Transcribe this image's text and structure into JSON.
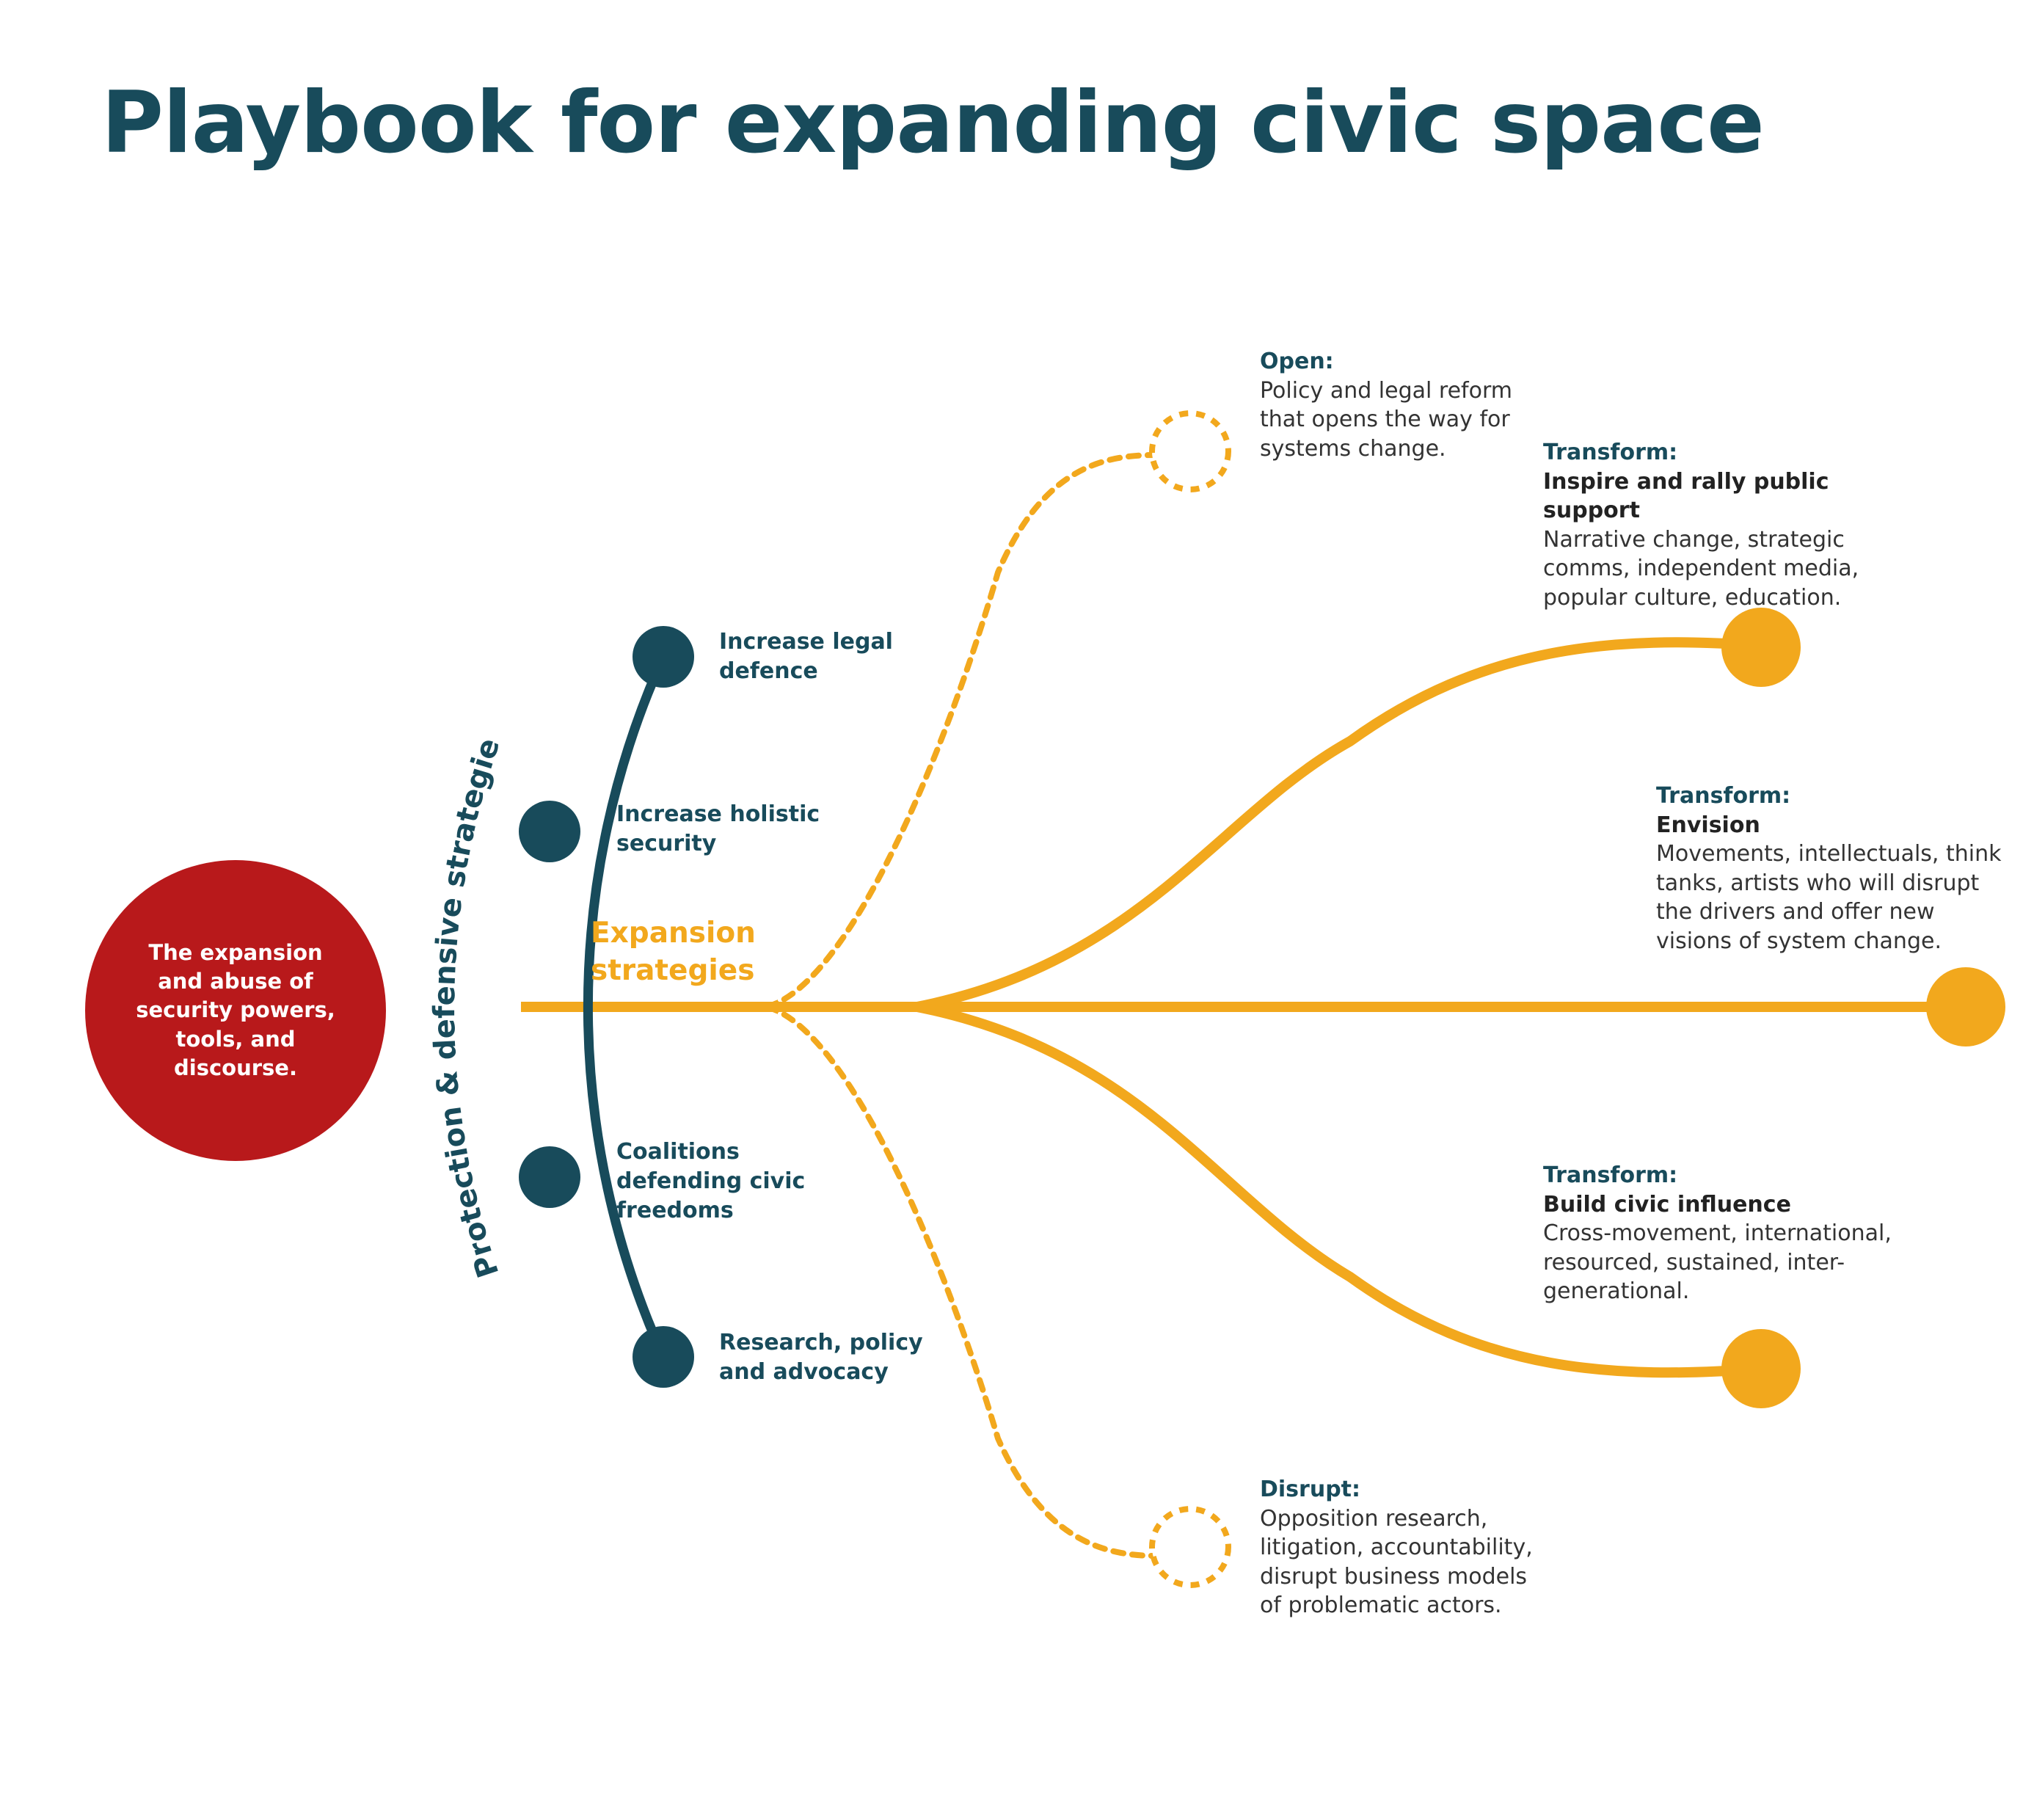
{
  "title": "Playbook for expanding civic space",
  "threat": "The expansion and abuse of security powers, tools, and discourse.",
  "protection": {
    "label": "Protection & defensive strategies",
    "nodes": [
      "Increase legal\ndefence",
      "Increase holistic\nsecurity",
      "Coalitions\ndefending civic\nfreedoms",
      "Research, policy\nand advocacy"
    ]
  },
  "expansion": {
    "label": "Expansion strategies"
  },
  "branches": {
    "open": {
      "head": "Open:",
      "body": "Policy and legal reform that opens the way for systems change."
    },
    "inspire": {
      "head": "Transform:",
      "sub": "Inspire and rally public support",
      "body": "Narrative change, strategic comms, independent media, popular culture, education."
    },
    "envision": {
      "head": "Transform:",
      "sub": "Envision",
      "body": "Movements, intellectuals, think tanks, artists who will disrupt the drivers and offer new visions of system change."
    },
    "influence": {
      "head": "Transform:",
      "sub": "Build civic influence",
      "body": "Cross-movement, international, resourced, sustained, inter-generational."
    },
    "disrupt": {
      "head": "Disrupt:",
      "body": "Opposition research, litigation, accountability, disrupt business models of problematic actors."
    }
  },
  "colors": {
    "navy": "#184b5b",
    "gold": "#f2a81d",
    "red": "#b8191b"
  }
}
